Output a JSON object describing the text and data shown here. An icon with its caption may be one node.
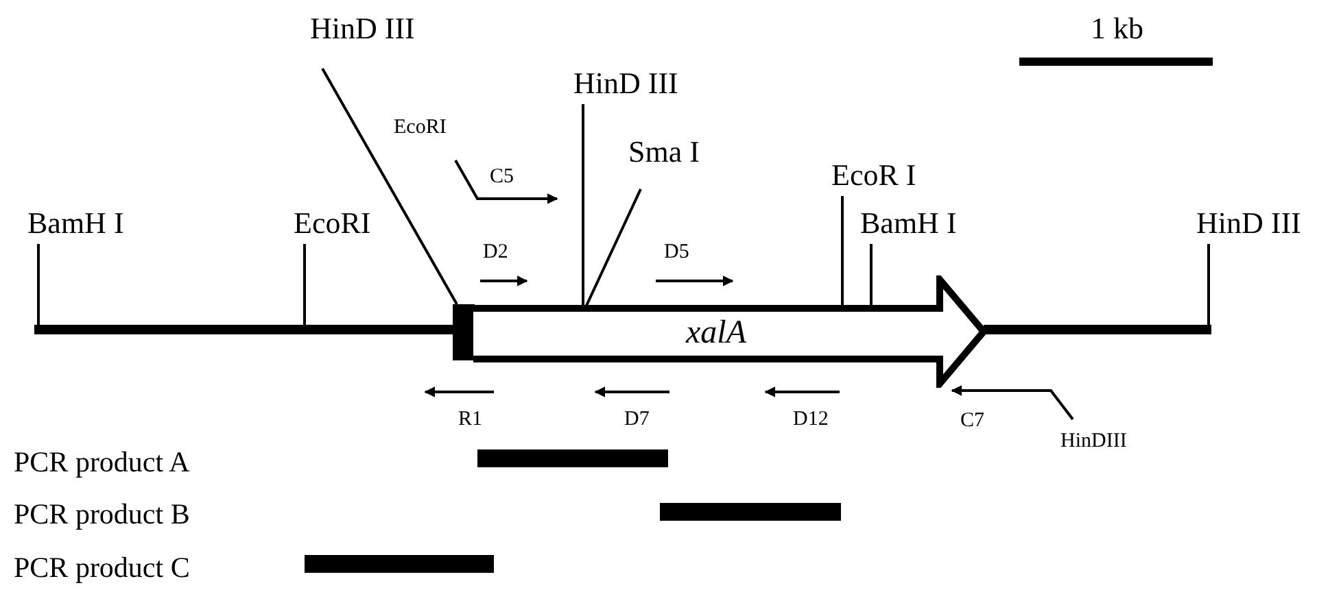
{
  "diagram": {
    "nodes": [
      {
        "text": [],
        "shape": "bar"
      },
      {
        "text": [
          "xalA"
        ]
      },
      {
        "text": [],
        "shape": "bar"
      },
      {
        "text": [
          "BamH I"
        ]
      },
      {
        "text": [
          "EcoRI"
        ]
      },
      {
        "text": [
          "HinD III"
        ]
      },
      {
        "text": [
          "HinD III"
        ]
      },
      {
        "text": [
          "Sma I"
        ]
      },
      {
        "text": [
          "EcoR I"
        ]
      },
      {
        "text": [
          "BamH I"
        ]
      },
      {
        "text": [
          "HinD III"
        ]
      }
    ],
    "edges": [
      {
        "from": 3,
        "to": 0,
        "arrow": "none"
      },
      {
        "from": 4,
        "to": 0,
        "arrow": "none"
      },
      {
        "from": 5,
        "to": 1,
        "arrow": "none"
      },
      {
        "from": 6,
        "to": 1,
        "arrow": "none"
      },
      {
        "from": 7,
        "to": 1,
        "arrow": "none"
      },
      {
        "from": 8,
        "to": 1,
        "arrow": "none"
      },
      {
        "from": 9,
        "to": 1,
        "arrow": "none"
      },
      {
        "from": 10,
        "to": 2,
        "arrow": "none"
      }
    ],
    "labels": [
      "1 kb",
      "EcoRI",
      "C5",
      "D2",
      "D5",
      "R1",
      "D7",
      "D12",
      "C7",
      "HinDIII",
      "PCR product A",
      "PCR product B",
      "PCR product C"
    ]
  }
}
